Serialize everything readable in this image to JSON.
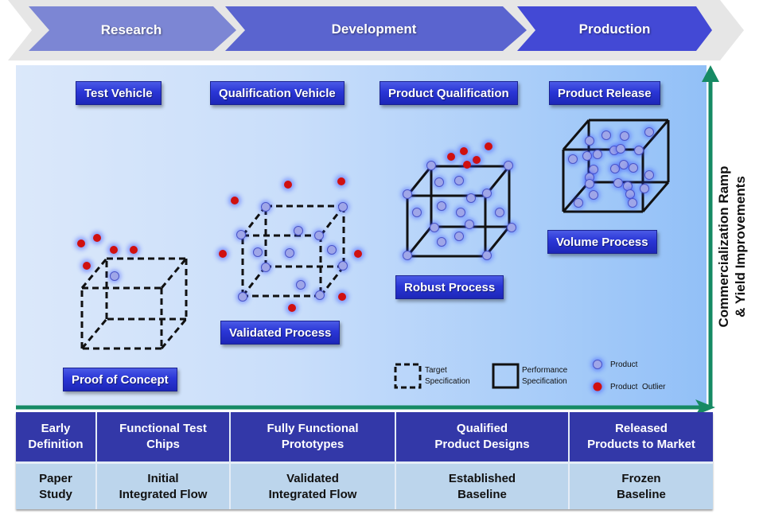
{
  "phases": [
    {
      "label": "Research",
      "color": "#7c86d4"
    },
    {
      "label": "Development",
      "color": "#5a64cf"
    },
    {
      "label": "Production",
      "color": "#4349d5"
    }
  ],
  "vehicles": [
    "Test Vehicle",
    "Qualification Vehicle",
    "Product Qualification",
    "Product Release"
  ],
  "process_stages": [
    "Proof of Concept",
    "Validated Process",
    "Robust Process",
    "Volume Process"
  ],
  "side_axis": {
    "line1": "Commercialization Ramp",
    "line2": "& Yield Improvements",
    "color": "#168a64"
  },
  "legend": {
    "target_spec": "Target Specification",
    "performance_spec": "Performance Specification",
    "product": "Product",
    "product_outlier": "Product  Outlier",
    "product_color": "#9fa6e8",
    "outlier_color": "#d01010"
  },
  "table": {
    "header": [
      "Early Definition",
      "Functional Test Chips",
      "Fully Functional Prototypes",
      "Qualified Product Designs",
      "Released Products to Market"
    ],
    "row": [
      "Paper Study",
      "Initial Integrated Flow",
      "Validated Integrated Flow",
      "Established Baseline",
      "Frozen Baseline"
    ]
  }
}
